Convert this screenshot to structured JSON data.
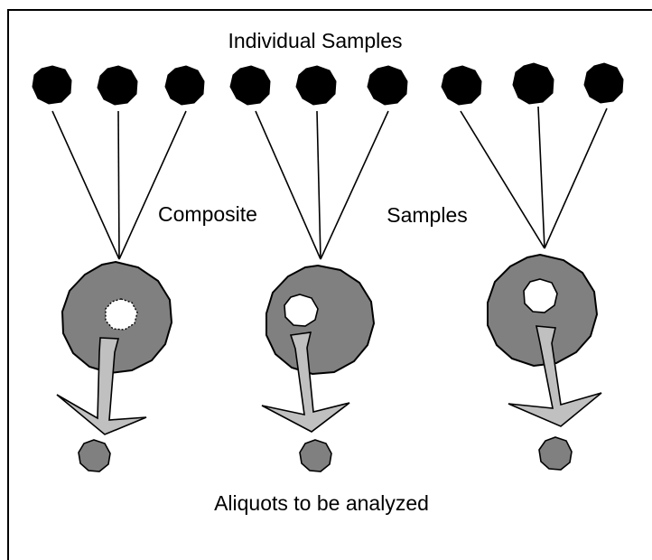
{
  "labels": {
    "title": "Individual Samples",
    "composite": "Composite",
    "samples": "Samples",
    "footer": "Aliquots to be analyzed"
  },
  "colors": {
    "sample_fill": "#000000",
    "composite_fill": "#808080",
    "arrow_fill": "#c0c0c0",
    "hole_fill": "#ffffff",
    "line": "#000000"
  }
}
